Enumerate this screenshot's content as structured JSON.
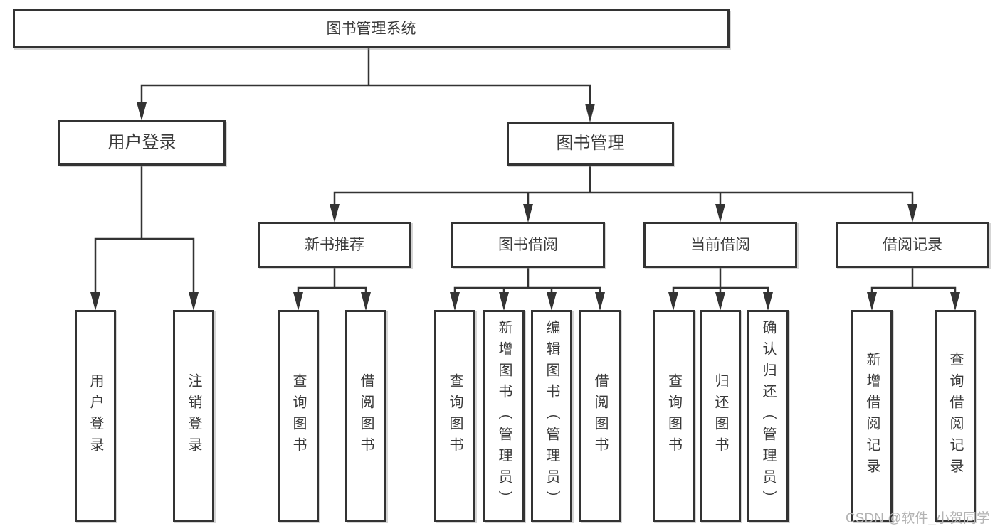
{
  "diagram": {
    "title": "图书管理系统",
    "branches": [
      {
        "label": "用户登录",
        "children": [
          {
            "label": "用户登录"
          },
          {
            "label": "注销登录"
          }
        ]
      },
      {
        "label": "图书管理",
        "children": [
          {
            "label": "新书推荐",
            "children": [
              {
                "label": "查询图书"
              },
              {
                "label": "借阅图书"
              }
            ]
          },
          {
            "label": "图书借阅",
            "children": [
              {
                "label": "查询图书"
              },
              {
                "label": "新增图书（管理员）"
              },
              {
                "label": "编辑图书（管理员）"
              },
              {
                "label": "借阅图书"
              }
            ]
          },
          {
            "label": "当前借阅",
            "children": [
              {
                "label": "查询图书"
              },
              {
                "label": "归还图书"
              },
              {
                "label": "确认归还（管理员）"
              }
            ]
          },
          {
            "label": "借阅记录",
            "children": [
              {
                "label": "新增借阅记录"
              },
              {
                "label": "查询借阅记录"
              }
            ]
          }
        ]
      }
    ]
  },
  "watermark": "CSDN @软件_小贺同学",
  "colors": {
    "line": "#333333",
    "text": "#3a3a3a",
    "watermark": "#b3b3b3",
    "background": "#ffffff"
  }
}
